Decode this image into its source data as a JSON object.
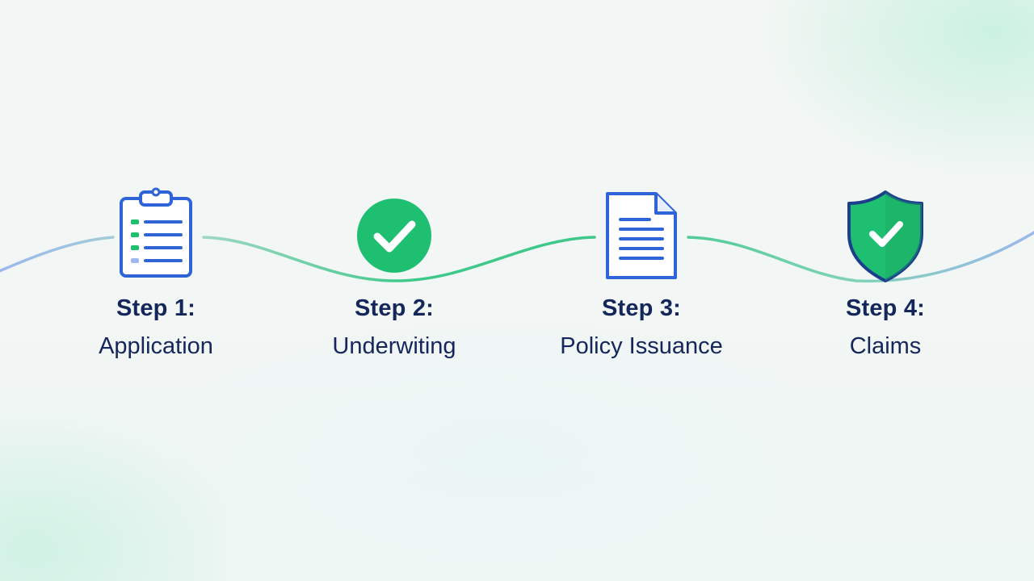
{
  "colors": {
    "primary_blue": "#2f63d8",
    "accent_green": "#1fbf72",
    "text_navy": "#14265a"
  },
  "steps": [
    {
      "number": "Step 1:",
      "label": "Application",
      "icon": "clipboard-icon"
    },
    {
      "number": "Step 2:",
      "label": "Underwiting",
      "icon": "checkmark-circle-icon"
    },
    {
      "number": "Step 3:",
      "label": "Policy Issuance",
      "icon": "document-icon"
    },
    {
      "number": "Step 4:",
      "label": "Claims",
      "icon": "shield-check-icon"
    }
  ]
}
